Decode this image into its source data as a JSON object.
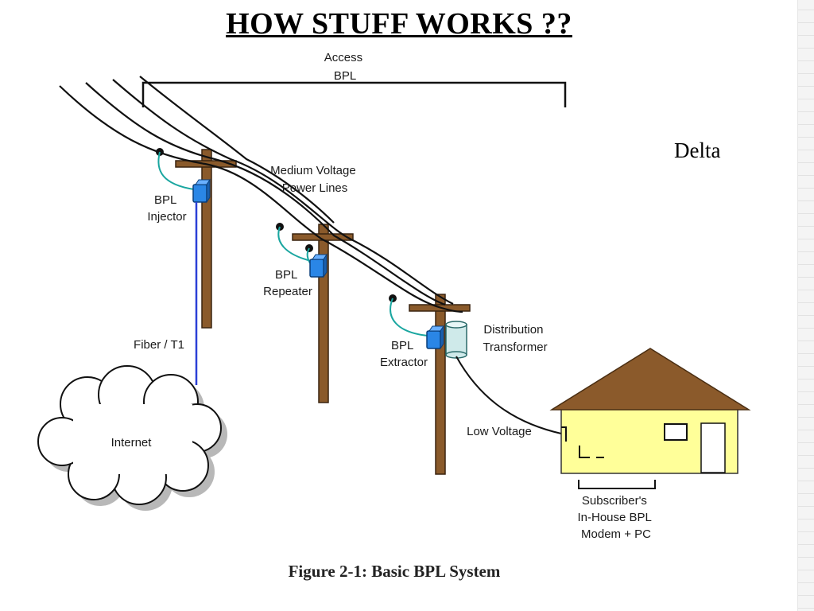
{
  "slide": {
    "title": "HOW STUFF WORKS ??",
    "author": "Delta",
    "caption": "Figure 2-1: Basic BPL System"
  },
  "diagram": {
    "access_bpl": [
      "Access",
      "BPL"
    ],
    "medium_voltage": [
      "Medium Voltage",
      "Power Lines"
    ],
    "bpl_injector": [
      "BPL",
      "Injector"
    ],
    "bpl_repeater": [
      "BPL",
      "Repeater"
    ],
    "bpl_extractor": [
      "BPL",
      "Extractor"
    ],
    "distribution_transformer": [
      "Distribution",
      "Transformer"
    ],
    "fiber": "Fiber / T1",
    "internet": "Internet",
    "low_voltage": "Low Voltage",
    "subscriber": [
      "Subscriber's",
      "In-House BPL",
      "Modem + PC"
    ]
  },
  "colors": {
    "pole": "#8a5a2b",
    "tap_wire": "#1aa6a0",
    "bpl_device": "#2a86e6",
    "fiber": "#2a3fd6",
    "transformer": "#cfeaea",
    "house_wall": "#ffff99",
    "house_roof": "#8b5a2b"
  }
}
